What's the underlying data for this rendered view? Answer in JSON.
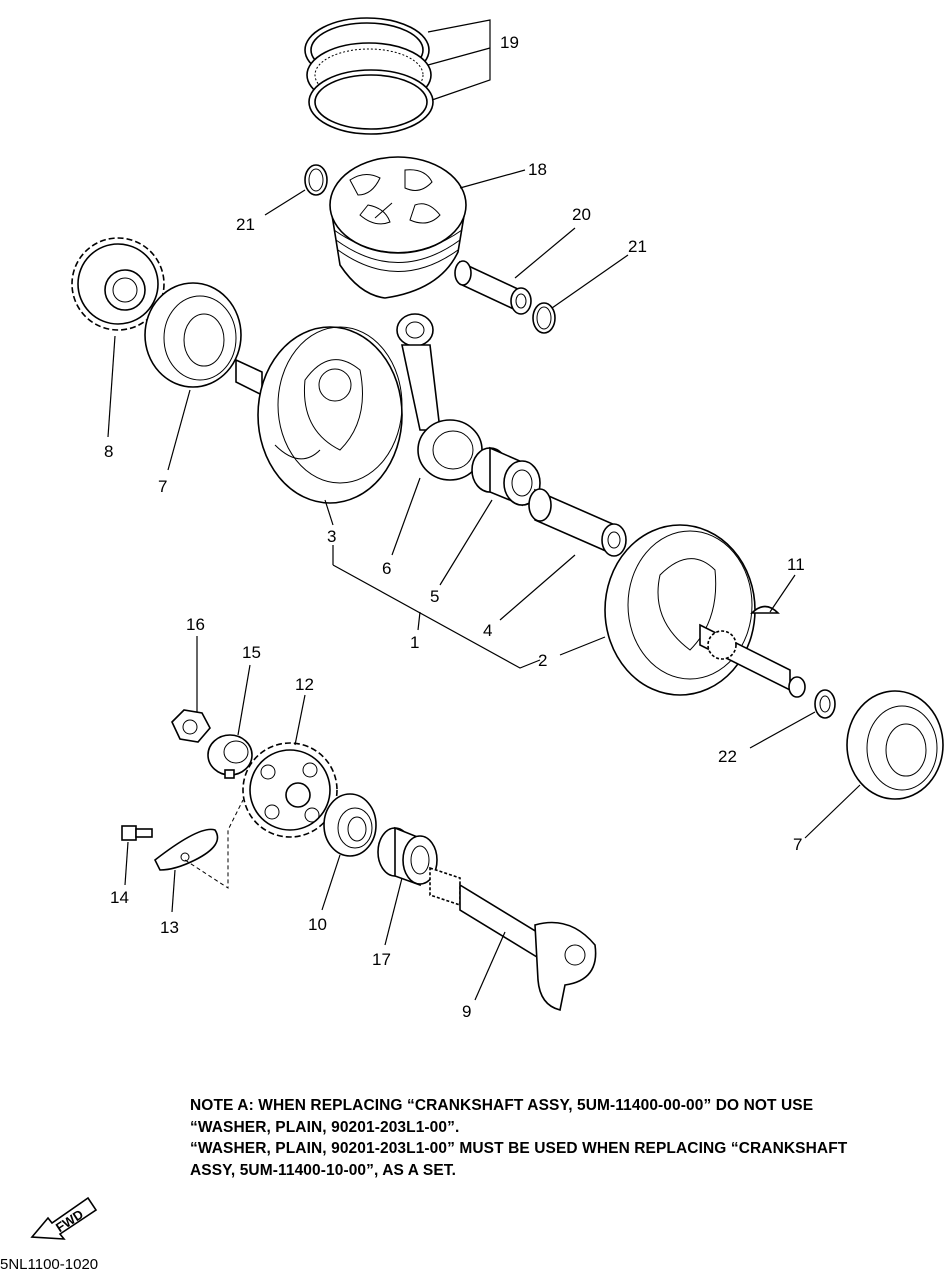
{
  "callouts": [
    {
      "id": "1",
      "text": "1"
    },
    {
      "id": "2",
      "text": "2"
    },
    {
      "id": "3",
      "text": "3"
    },
    {
      "id": "4",
      "text": "4"
    },
    {
      "id": "5",
      "text": "5"
    },
    {
      "id": "6",
      "text": "6"
    },
    {
      "id": "7a",
      "text": "7"
    },
    {
      "id": "7b",
      "text": "7"
    },
    {
      "id": "8",
      "text": "8"
    },
    {
      "id": "9",
      "text": "9"
    },
    {
      "id": "10",
      "text": "10"
    },
    {
      "id": "11",
      "text": "11"
    },
    {
      "id": "12",
      "text": "12"
    },
    {
      "id": "13",
      "text": "13"
    },
    {
      "id": "14",
      "text": "14"
    },
    {
      "id": "15",
      "text": "15"
    },
    {
      "id": "16",
      "text": "16"
    },
    {
      "id": "17",
      "text": "17"
    },
    {
      "id": "18",
      "text": "18"
    },
    {
      "id": "19",
      "text": "19"
    },
    {
      "id": "20",
      "text": "20"
    },
    {
      "id": "21a",
      "text": "21"
    },
    {
      "id": "21b",
      "text": "21"
    },
    {
      "id": "22",
      "text": "22"
    }
  ],
  "note": {
    "lines": [
      "NOTE A: WHEN REPLACING “CRANKSHAFT ASSY, 5UM-11400-00-00” DO NOT USE",
      "“WASHER, PLAIN, 90201-203L1-00”.",
      "“WASHER, PLAIN, 90201-203L1-00” MUST BE USED WHEN REPLACING “CRANKSHAFT",
      "ASSY, 5UM-11400-10-00”, AS A SET."
    ]
  },
  "fwd_label": "FWD",
  "drawing_code": "5NL1100-1020"
}
